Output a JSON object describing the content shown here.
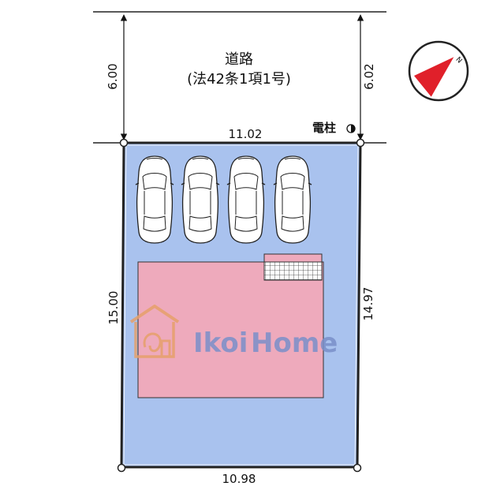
{
  "road": {
    "name": "道路",
    "law": "(法42条1項1号)",
    "width_left": "6.00",
    "width_right": "6.02"
  },
  "utility_pole": {
    "label": "電柱"
  },
  "lot": {
    "top_length": "11.02",
    "bottom_length": "10.98",
    "left_length": "15.00",
    "right_length": "14.97",
    "colors": {
      "lot": "#a9c2ee",
      "building": "#eeaabc",
      "frame": "#222222"
    }
  },
  "parking": {
    "car_count": 4
  },
  "watermark": {
    "brand_part1": "Ikoi",
    "brand_part2": "Home",
    "colors": {
      "part1": "#7a8fc9",
      "part2": "#7a8fc9",
      "house_icon": "#e6a06a"
    }
  },
  "compass": {
    "north_label": "N",
    "needle_color": "#e0202a"
  }
}
